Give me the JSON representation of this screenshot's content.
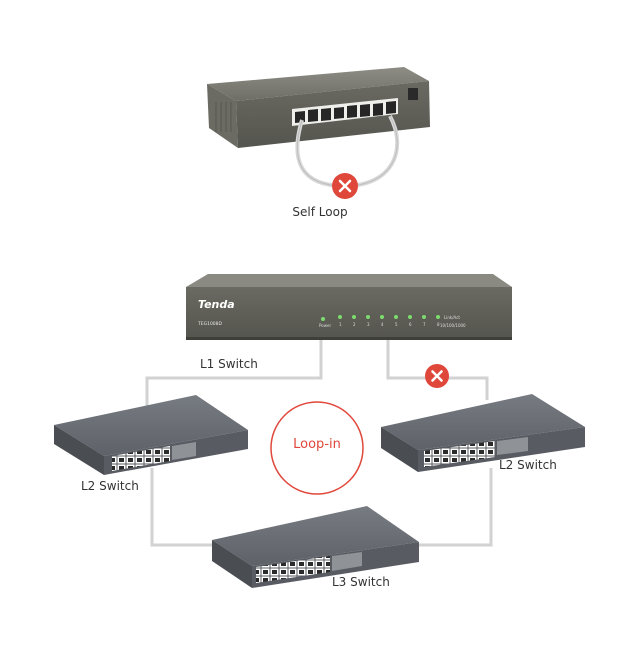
{
  "labels": {
    "self_loop": "Self Loop",
    "l1_switch": "L1 Switch",
    "l2_switch_left": "L2 Switch",
    "l2_switch_right": "L2 Switch",
    "l3_switch": "L3 Switch",
    "loop_in": "Loop-in"
  },
  "l1_switch_panel": {
    "brand": "Tenda",
    "model": "TEG1008D",
    "port_labels": [
      "Power",
      "1",
      "2",
      "3",
      "4",
      "5",
      "6",
      "7",
      "8"
    ],
    "status_labels": [
      "Link/Act",
      "10/100/1000"
    ]
  },
  "icons": {
    "blocked": "x-circle-icon"
  },
  "colors": {
    "accent_red": "#e0473b",
    "cable": "#cfcfcf",
    "switch_body": "#6a6a62",
    "rack_body": "#5c6066"
  }
}
